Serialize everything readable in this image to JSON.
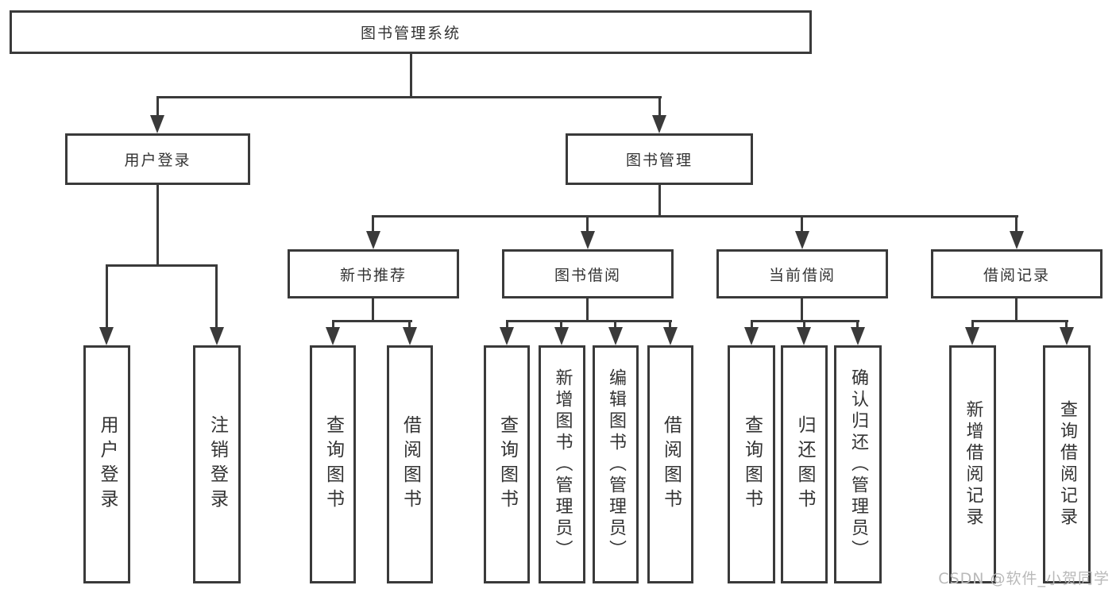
{
  "watermark": "CSDN @软件_小贺同学",
  "colors": {
    "line": "#3a3a3a",
    "box_border": "#3a3a3a",
    "text": "#333333",
    "watermark": "#b9b9b9",
    "background": "#ffffff"
  },
  "tree": {
    "root": {
      "label": "图书管理系统"
    },
    "branches": [
      {
        "label": "用户登录",
        "children": [
          {
            "label": "用户登录"
          },
          {
            "label": "注销登录"
          }
        ]
      },
      {
        "label": "图书管理",
        "groups": [
          {
            "label": "新书推荐",
            "children": [
              {
                "label": "查询图书"
              },
              {
                "label": "借阅图书"
              }
            ]
          },
          {
            "label": "图书借阅",
            "children": [
              {
                "label": "查询图书"
              },
              {
                "label": "新增图书（管理员）"
              },
              {
                "label": "编辑图书（管理员）"
              },
              {
                "label": "借阅图书"
              }
            ]
          },
          {
            "label": "当前借阅",
            "children": [
              {
                "label": "查询图书"
              },
              {
                "label": "归还图书"
              },
              {
                "label": "确认归还（管理员）"
              }
            ]
          },
          {
            "label": "借阅记录",
            "children": [
              {
                "label": "新增借阅记录"
              },
              {
                "label": "查询借阅记录"
              }
            ]
          }
        ]
      }
    ]
  }
}
